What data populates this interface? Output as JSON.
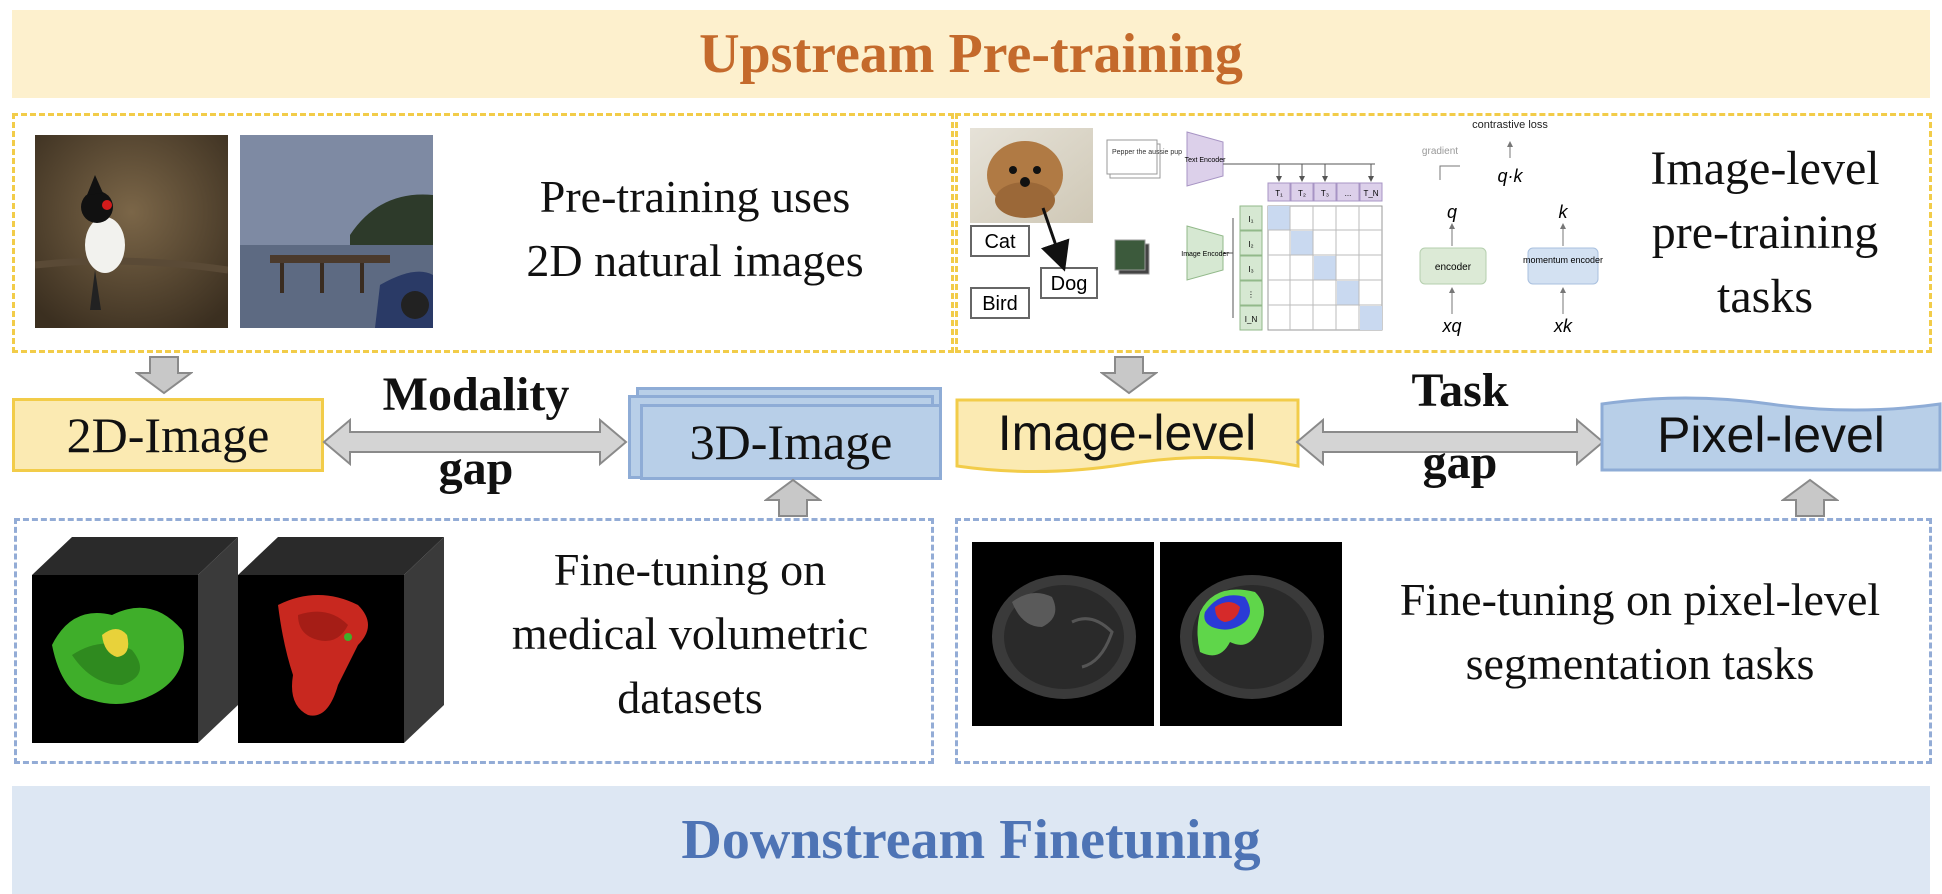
{
  "upstream_title": "Upstream Pre-training",
  "downstream_title": "Downstream Finetuning",
  "pretrain_natural_text": [
    "Pre-training uses",
    "2D natural images"
  ],
  "pretrain_tasks_text": [
    "Image-level",
    "pre-training",
    "tasks"
  ],
  "finetune_volumetric_text": [
    "Fine-tuning on",
    "medical volumetric",
    "datasets"
  ],
  "finetune_pixel_text": [
    "Fine-tuning on pixel-level",
    "segmentation tasks"
  ],
  "box_2d": "2D-Image",
  "box_3d": "3D-Image",
  "box_image_level": "Image-level",
  "box_pixel_level": "Pixel-level",
  "modality_gap": [
    "Modality",
    "gap"
  ],
  "task_gap": [
    "Task",
    "gap"
  ],
  "clip_figure": {
    "labels": {
      "cat": "Cat",
      "bird": "Bird",
      "dog": "Dog"
    },
    "text_input": "Pepper the aussie pup",
    "text_encoder": "Text Encoder",
    "image_encoder": "Image Encoder",
    "text_tokens": [
      "T₁",
      "T₂",
      "T₃",
      "...",
      "T_N"
    ],
    "image_tokens": [
      "I₁",
      "I₂",
      "I₃",
      "⋮",
      "I_N"
    ]
  },
  "moco_figure": {
    "contrastive_loss": "contrastive loss",
    "gradient": "gradient",
    "q": "q",
    "qk": "q·k",
    "k": "k",
    "encoder": "encoder",
    "momentum_encoder": "momentum encoder",
    "xq": "xq",
    "xk": "xk"
  },
  "colors": {
    "upstream_orange": "#c46a2c",
    "downstream_blue": "#4e74b5",
    "yellow_fill": "#fbeab2",
    "blue_fill": "#b8cfe8",
    "yellow_dash": "#f2cc49",
    "blue_dash": "#93acd6"
  }
}
